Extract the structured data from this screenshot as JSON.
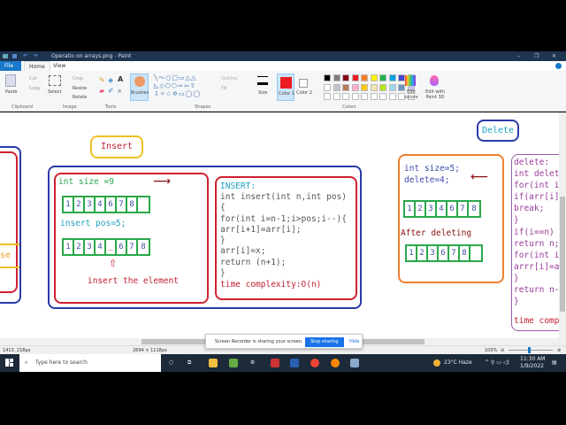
{
  "window": {
    "title": "Operatio on arrays.png - Paint"
  },
  "tabs": [
    "File",
    "Home",
    "View"
  ],
  "ribbon": {
    "clipboard": {
      "paste": "Paste",
      "cut": "Cut",
      "copy": "Copy",
      "group": "Clipboard"
    },
    "image": {
      "select": "Select",
      "crop": "Crop",
      "resize": "Resize",
      "rotate": "Rotate",
      "group": "Image"
    },
    "tools": {
      "group": "Tools",
      "brushes": "Brushes"
    },
    "shapes": {
      "outline": "Outline",
      "fill": "Fill",
      "group": "Shapes"
    },
    "size": "Size",
    "color1": "Color 1",
    "color2": "Color 2",
    "colors_group": "Colors",
    "edit_colors": "Edit colors",
    "paint3d": "Edit with Paint 3D",
    "palette_row1": [
      "#000000",
      "#7f7f7f",
      "#880015",
      "#ed1c24",
      "#ff7f27",
      "#fff200",
      "#22b14c",
      "#00a2e8",
      "#3f48cc",
      "#a349a4"
    ],
    "palette_row2": [
      "#ffffff",
      "#c3c3c3",
      "#b97a57",
      "#ffaec9",
      "#ffc90e",
      "#efe4b0",
      "#b5e61d",
      "#99d9ea",
      "#7092be",
      "#c8bfe7"
    ],
    "color1_value": "#ed1c24",
    "color2_value": "#ffffff"
  },
  "canvas": {
    "insert_title": "Insert",
    "delete_title": "Delete",
    "left_cut_text": "se",
    "insert": {
      "size_line": "int size =9",
      "array1": [
        "1",
        "2",
        "3",
        "4",
        "6",
        "7",
        "8",
        ""
      ],
      "pos_line": "insert pos=5;",
      "array2": [
        "1",
        "2",
        "3",
        "4",
        "_",
        "6",
        "7",
        "8"
      ],
      "note": "insert the element"
    },
    "insert_code": {
      "heading": "INSERT:",
      "lines": [
        "int insert(int n,int pos)",
        "{",
        "for(int i=n-1;i>pos;i--){",
        "arr[i+1]=arr[i];",
        "}",
        "arr[i]=x;",
        "return (n+1);",
        "}"
      ],
      "complexity": "time complexity:O(n)"
    },
    "delete": {
      "size_line": "int size=5;",
      "delete_line": "delete=4;",
      "array1": [
        "1",
        "2",
        "3",
        "4",
        "6",
        "7",
        "8"
      ],
      "after": "After deleting",
      "array2": [
        "1",
        "2",
        "3",
        "6",
        "7",
        "8",
        ""
      ]
    },
    "delete_code": {
      "lines": [
        "delete:",
        "int delet",
        "for(int i",
        "if(arr[i]",
        "break;",
        "}",
        "if(i==n)",
        "return n;",
        "for(int i",
        "arrr[i]=a",
        "}",
        "return n-",
        "}"
      ],
      "complexity": "time comp"
    }
  },
  "status": {
    "cursor": "1413, 218px",
    "canvas_size": "2694 × 1118px",
    "zoom": "100%",
    "zoom_level": 100
  },
  "toast": {
    "message": "Screen Recorder is sharing your screen.",
    "stop": "Stop sharing",
    "hide": "Hide"
  },
  "taskbar": {
    "search_placeholder": "Type here to search",
    "weather": "23°C  Haze",
    "time": "11:30 AM",
    "date": "1/9/2022"
  }
}
